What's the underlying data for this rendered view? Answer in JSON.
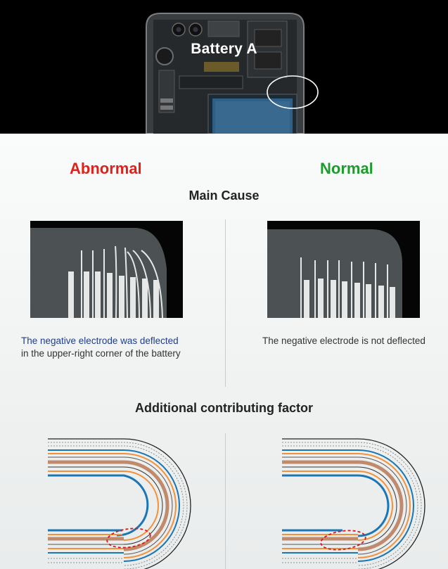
{
  "header": {
    "title": "Battery A"
  },
  "columns": {
    "abnormal": {
      "label": "Abnormal",
      "color": "#e0211b"
    },
    "normal": {
      "label": "Normal",
      "color": "#1f9a2e"
    }
  },
  "sections": {
    "main_cause": "Main Cause",
    "additional": "Additional contributing factor"
  },
  "captions": {
    "abnormal_highlight": "The negative electrode was deflected",
    "abnormal_rest": "in the upper-right corner of the battery",
    "normal": "The negative electrode is not deflected"
  },
  "colors": {
    "dark_image": "#4a4f51",
    "electrode_white": "#e6e8e8",
    "layer_blue": "#1b76b4",
    "layer_orange": "#f3913a",
    "layer_brown": "#c08a6c",
    "marker_red": "#d7191c"
  }
}
